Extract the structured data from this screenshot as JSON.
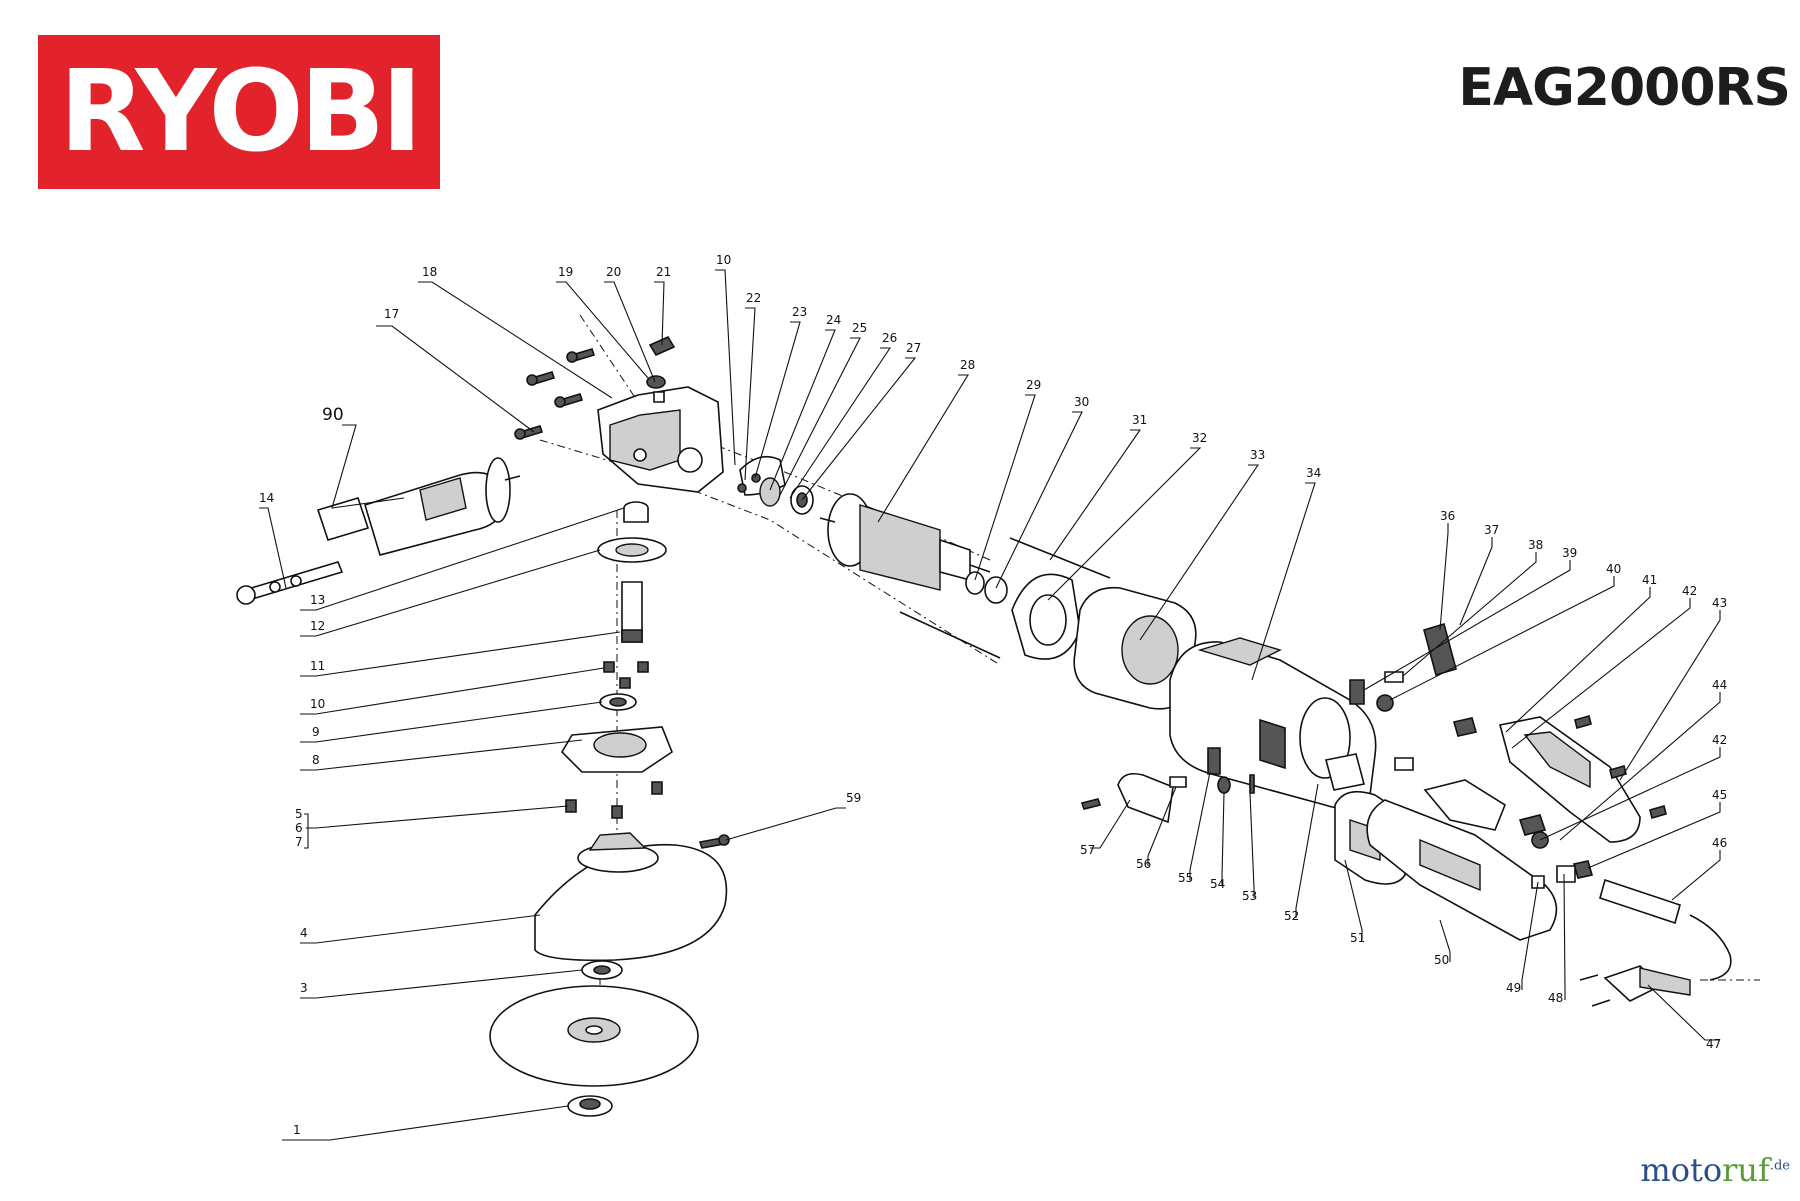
{
  "header": {
    "brand": "RYOBI",
    "model": "EAG2000RS"
  },
  "colors": {
    "brand_red": "#e2232b",
    "brand_mark_blue": "#2a4f86",
    "brand_mark_green": "#5a9b3a"
  },
  "footer": {
    "brand_part1": "moto",
    "brand_part2": "ruf",
    "brand_tld": ".de"
  },
  "callouts": [
    {
      "id": "c18",
      "label": "18"
    },
    {
      "id": "c19",
      "label": "19"
    },
    {
      "id": "c20",
      "label": "20"
    },
    {
      "id": "c21",
      "label": "21"
    },
    {
      "id": "c10top",
      "label": "10"
    },
    {
      "id": "c22",
      "label": "22"
    },
    {
      "id": "c23",
      "label": "23"
    },
    {
      "id": "c24",
      "label": "24"
    },
    {
      "id": "c25",
      "label": "25"
    },
    {
      "id": "c26",
      "label": "26"
    },
    {
      "id": "c27",
      "label": "27"
    },
    {
      "id": "c28",
      "label": "28"
    },
    {
      "id": "c29",
      "label": "29"
    },
    {
      "id": "c30",
      "label": "30"
    },
    {
      "id": "c31",
      "label": "31"
    },
    {
      "id": "c32",
      "label": "32"
    },
    {
      "id": "c33",
      "label": "33"
    },
    {
      "id": "c34",
      "label": "34"
    },
    {
      "id": "c17",
      "label": "17"
    },
    {
      "id": "c90",
      "label": "90"
    },
    {
      "id": "c14",
      "label": "14"
    },
    {
      "id": "c13",
      "label": "13"
    },
    {
      "id": "c12",
      "label": "12"
    },
    {
      "id": "c11",
      "label": "11"
    },
    {
      "id": "c10",
      "label": "10"
    },
    {
      "id": "c9",
      "label": "9"
    },
    {
      "id": "c8",
      "label": "8"
    },
    {
      "id": "c5",
      "label": "5"
    },
    {
      "id": "c6",
      "label": "6"
    },
    {
      "id": "c7",
      "label": "7"
    },
    {
      "id": "c59",
      "label": "59"
    },
    {
      "id": "c4",
      "label": "4"
    },
    {
      "id": "c3",
      "label": "3"
    },
    {
      "id": "c1",
      "label": "1"
    },
    {
      "id": "c36",
      "label": "36"
    },
    {
      "id": "c37",
      "label": "37"
    },
    {
      "id": "c38",
      "label": "38"
    },
    {
      "id": "c39",
      "label": "39"
    },
    {
      "id": "c40",
      "label": "40"
    },
    {
      "id": "c41",
      "label": "41"
    },
    {
      "id": "c42a",
      "label": "42"
    },
    {
      "id": "c43",
      "label": "43"
    },
    {
      "id": "c44",
      "label": "44"
    },
    {
      "id": "c42b",
      "label": "42"
    },
    {
      "id": "c45",
      "label": "45"
    },
    {
      "id": "c46",
      "label": "46"
    },
    {
      "id": "c47",
      "label": "47"
    },
    {
      "id": "c48",
      "label": "48"
    },
    {
      "id": "c49",
      "label": "49"
    },
    {
      "id": "c50",
      "label": "50"
    },
    {
      "id": "c51",
      "label": "51"
    },
    {
      "id": "c52",
      "label": "52"
    },
    {
      "id": "c53",
      "label": "53"
    },
    {
      "id": "c54",
      "label": "54"
    },
    {
      "id": "c55",
      "label": "55"
    },
    {
      "id": "c56",
      "label": "56"
    },
    {
      "id": "c57",
      "label": "57"
    }
  ]
}
